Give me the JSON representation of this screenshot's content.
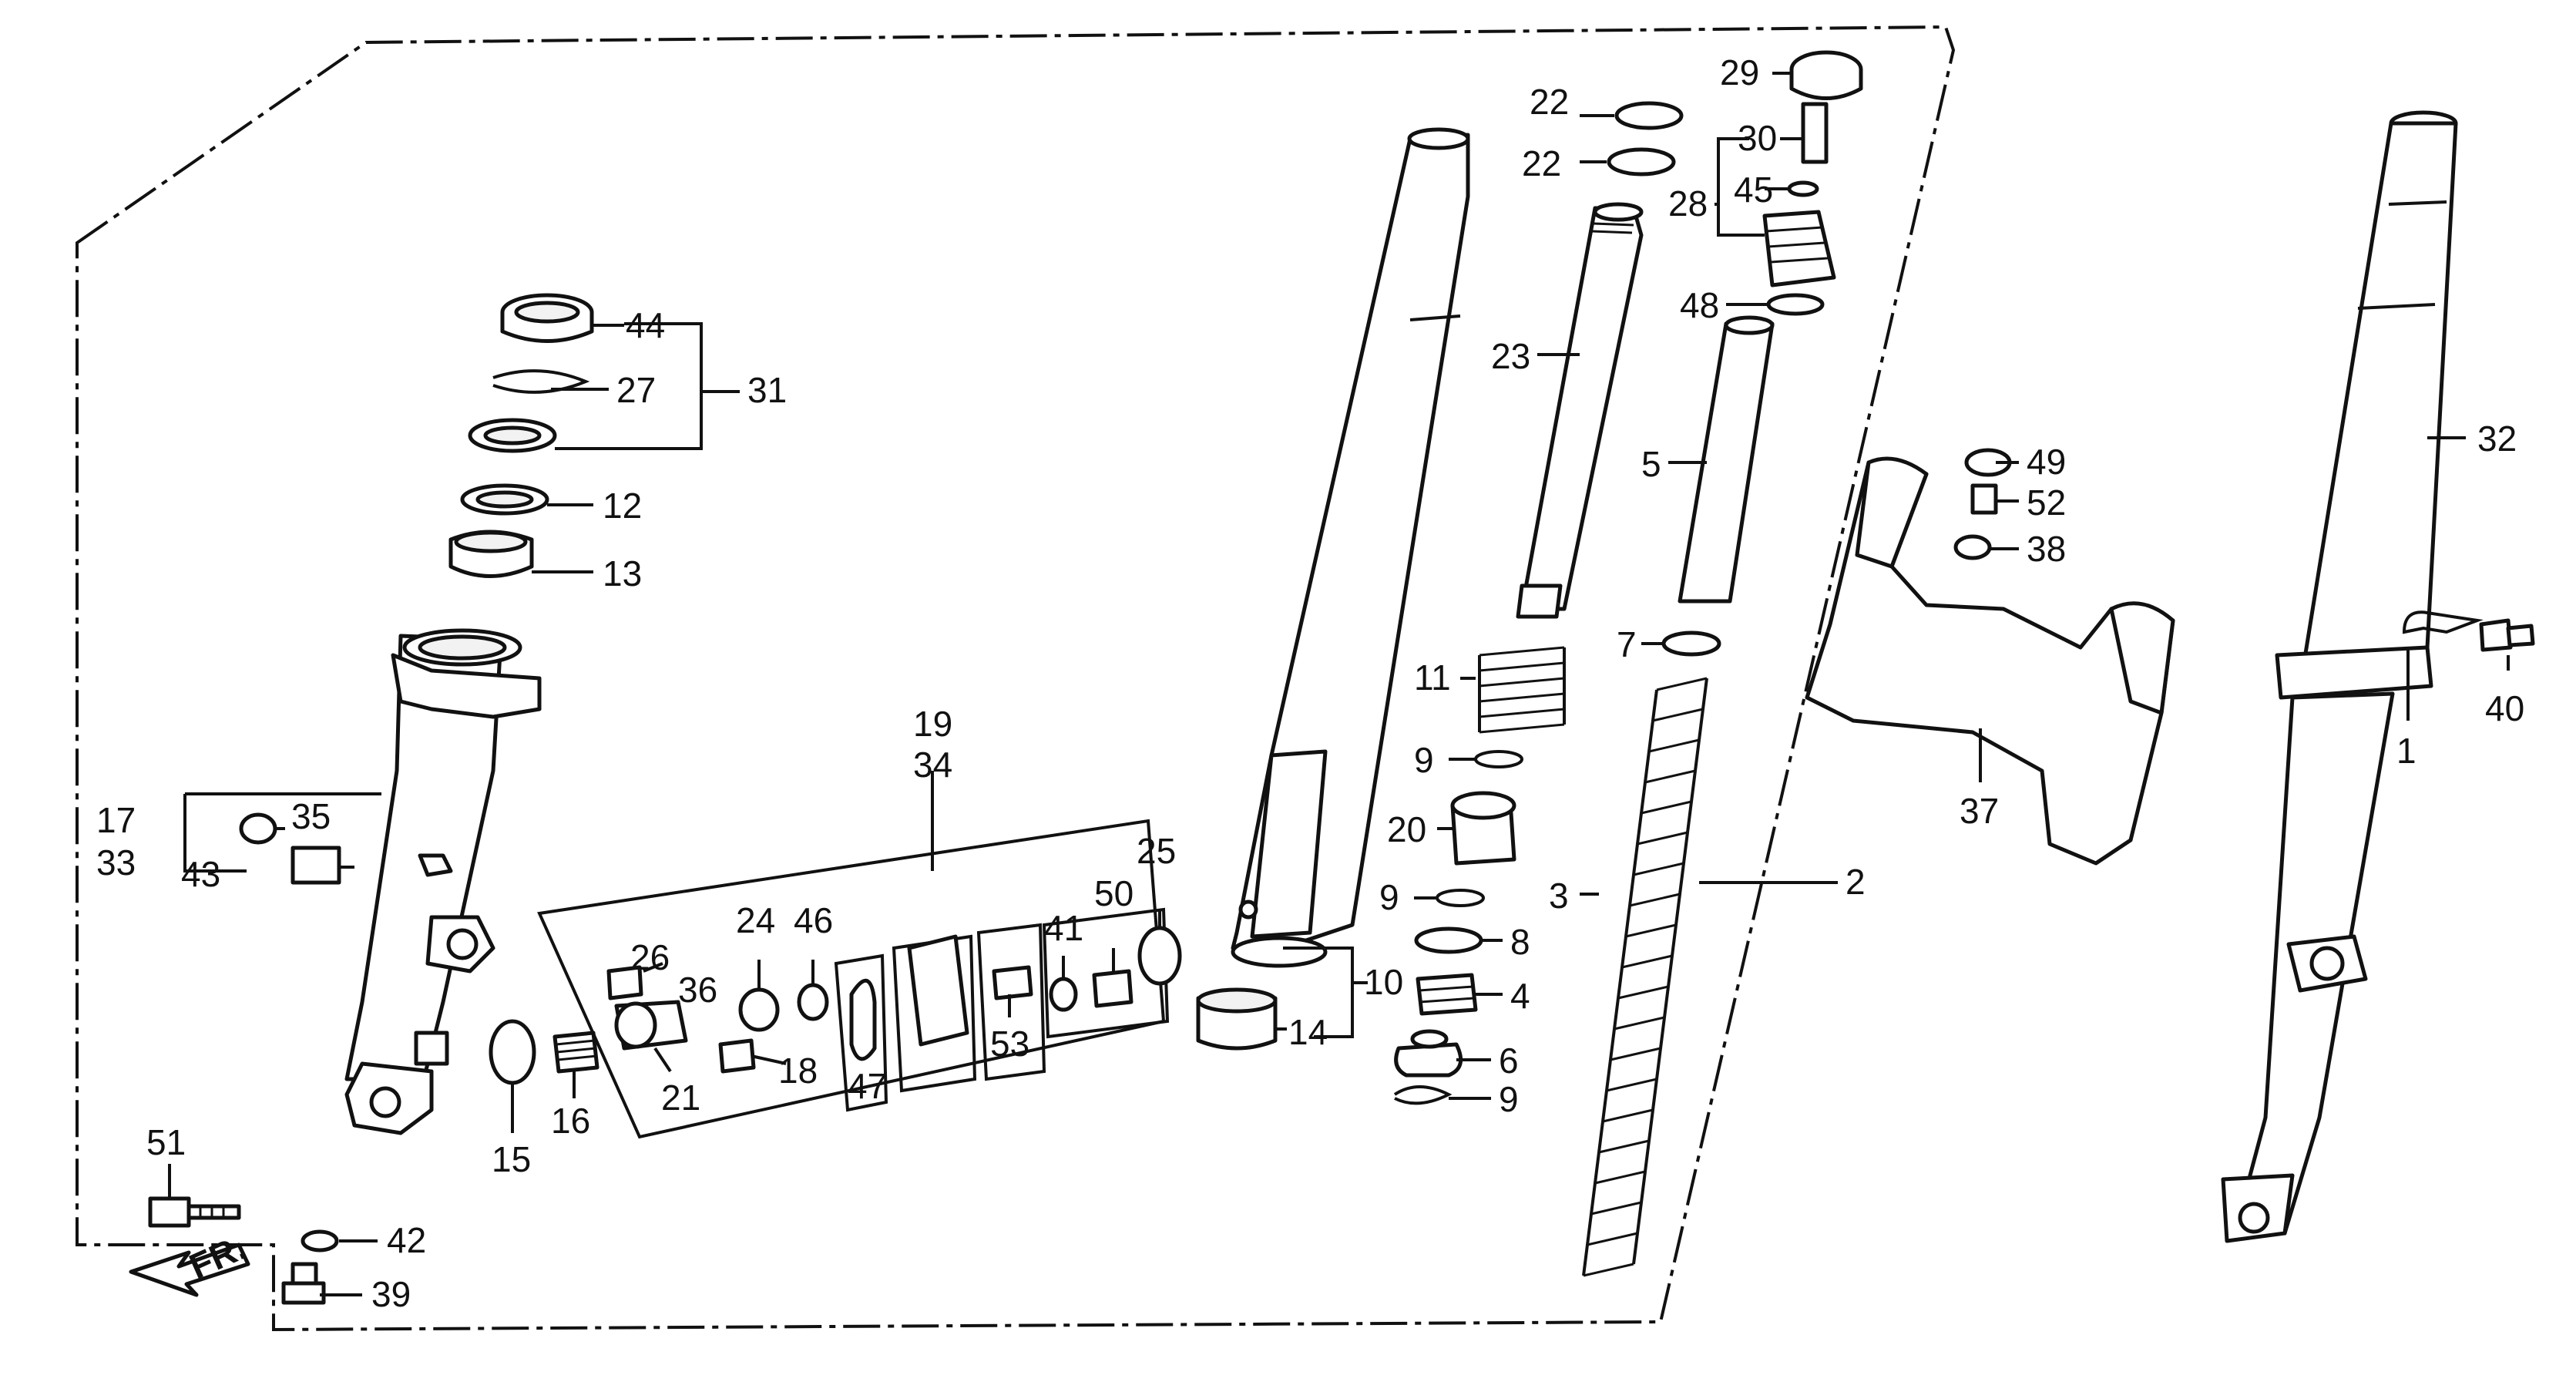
{
  "diagram": {
    "callouts": {
      "c1": "1",
      "c2": "2",
      "c3": "3",
      "c4": "4",
      "c5": "5",
      "c6": "6",
      "c7": "7",
      "c8": "8",
      "c9": "9",
      "c10": "10",
      "c11": "11",
      "c12": "12",
      "c13": "13",
      "c14": "14",
      "c15": "15",
      "c16": "16",
      "c17": "17",
      "c18": "18",
      "c19": "19",
      "c20": "20",
      "c21": "21",
      "c22": "22",
      "c23": "23",
      "c24": "24",
      "c25": "25",
      "c26": "26",
      "c27": "27",
      "c28": "28",
      "c29": "29",
      "c30": "30",
      "c31": "31",
      "c32": "32",
      "c33": "33",
      "c34": "34",
      "c35": "35",
      "c36": "36",
      "c37": "37",
      "c38": "38",
      "c39": "39",
      "c40": "40",
      "c41": "41",
      "c42": "42",
      "c43": "43",
      "c44": "44",
      "c45": "45",
      "c46": "46",
      "c47": "47",
      "c48": "48",
      "c49": "49",
      "c50": "50",
      "c51": "51",
      "c52": "52",
      "c53": "53"
    },
    "direction_label": "FR."
  }
}
